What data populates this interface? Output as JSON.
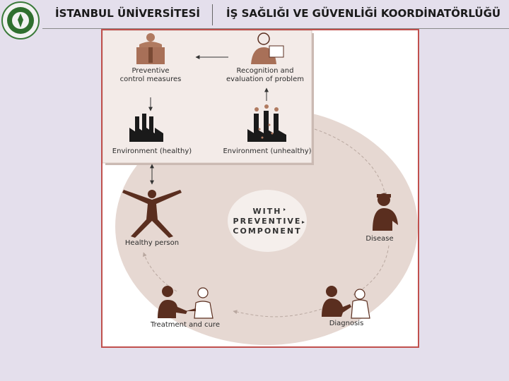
{
  "header": {
    "university": "İSTANBUL ÜNİVERSİTESİ",
    "department": "İŞ SAĞLIĞI VE GÜVENLİĞİ KOORDİNATÖRLÜĞÜ",
    "logo_icon": "university-seal-icon"
  },
  "diagram": {
    "nodes": {
      "preventive": [
        "Preventive",
        "control measures"
      ],
      "recognition": [
        "Recognition and",
        "evaluation of problem"
      ],
      "env_healthy": "Environment (healthy)",
      "env_unhealthy": "Environment (unhealthy)",
      "healthy_person": "Healthy person",
      "disease": "Disease",
      "diagnosis": "Diagnosis",
      "treatment": "Treatment and cure"
    },
    "center": [
      "WITH",
      "PREVENTIVE",
      "COMPONENT"
    ]
  },
  "colors": {
    "background": "#e4dfec",
    "frame_border": "#c0504d",
    "circle_fill": "#e6d8d2",
    "inset_panel": "#f3ebe8",
    "figure_dark": "#5a2e1f"
  }
}
